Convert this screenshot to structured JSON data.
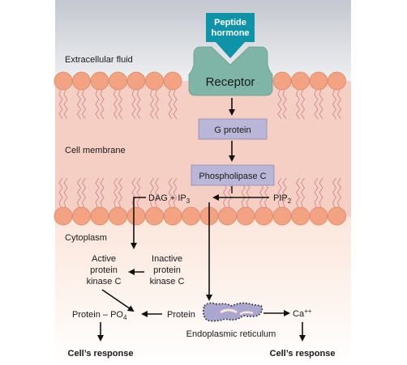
{
  "diagram": {
    "hormone": {
      "line1": "Peptide",
      "line2": "hormone"
    },
    "regions": {
      "extracellular": "Extracellular fluid",
      "membrane": "Cell membrane",
      "cytoplasm": "Cytoplasm"
    },
    "receptor": "Receptor",
    "g_protein": "G protein",
    "phospholipase": "Phospholipase C",
    "dag_ip3": {
      "dag": "DAG + IP",
      "sub": "3"
    },
    "pip2": {
      "base": "PIP",
      "sub": "2"
    },
    "active_pkc": [
      "Active",
      "protein",
      "kinase C"
    ],
    "inactive_pkc": [
      "Inactive",
      "protein",
      "kinase C"
    ],
    "protein_po4": {
      "base": "Protein – PO",
      "sub": "4"
    },
    "protein": "Protein",
    "calcium": {
      "base": "Ca",
      "sup": "++"
    },
    "er": "Endoplasmic reticulum",
    "response_left": "Cell’s response",
    "response_right": "Cell’s response"
  },
  "colors": {
    "extracellular_top": "#c9ccd3",
    "membrane": "#f6cfc4",
    "cytoplasm": "#fbe4d8",
    "lipid_head": "#f3a382",
    "lipid_stroke": "#d98566",
    "hormone": "#0e93a8",
    "receptor": "#7fb5a6",
    "enzyme_box": "#b9b6d8",
    "er": "#a9a6cf"
  }
}
